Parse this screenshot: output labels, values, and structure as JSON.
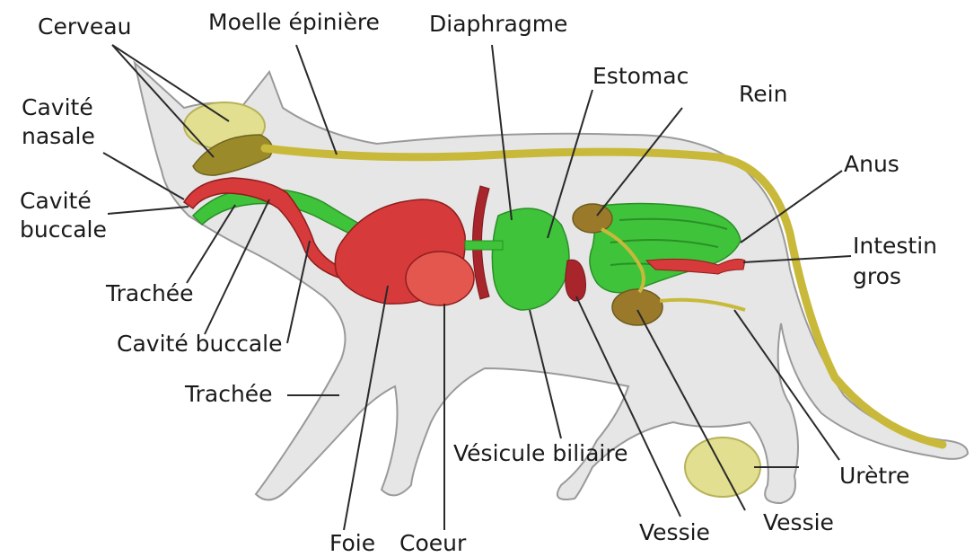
{
  "labels": {
    "cerveau": "Cerveau",
    "moelle": "Moelle épinière",
    "diaphragme": "Diaphragme",
    "estomac": "Estomac",
    "rein": "Rein",
    "anus": "Anus",
    "cavite_nasale_1": "Cavité",
    "cavite_nasale_2": "nasale",
    "cavite_buccale_1": "Cavité",
    "cavite_buccale_2": "buccale",
    "intestin_1": "Intestin",
    "intestin_2": "gros",
    "trachee_top": "Trachée",
    "cavite_buccale_low": "Cavité buccale",
    "trachee_low": "Trachée",
    "vesicule": "Vésicule biliaire",
    "uretre": "Urètre",
    "foie": "Foie",
    "coeur": "Coeur",
    "vessie_mid": "Vessie",
    "vessie_right": "Vessie"
  },
  "colors": {
    "body_fill": "#e6e6e6",
    "body_stroke": "#9a9a9a",
    "organ_red": "#d63a3a",
    "organ_darkred": "#a8252b",
    "organ_green": "#3fc33a",
    "organ_darkgreen": "#2f9a2c",
    "organ_brown": "#9a7a2a",
    "organ_yellow": "#e2df90",
    "spinal": "#c9b93a",
    "leader": "#2a2a2a"
  }
}
